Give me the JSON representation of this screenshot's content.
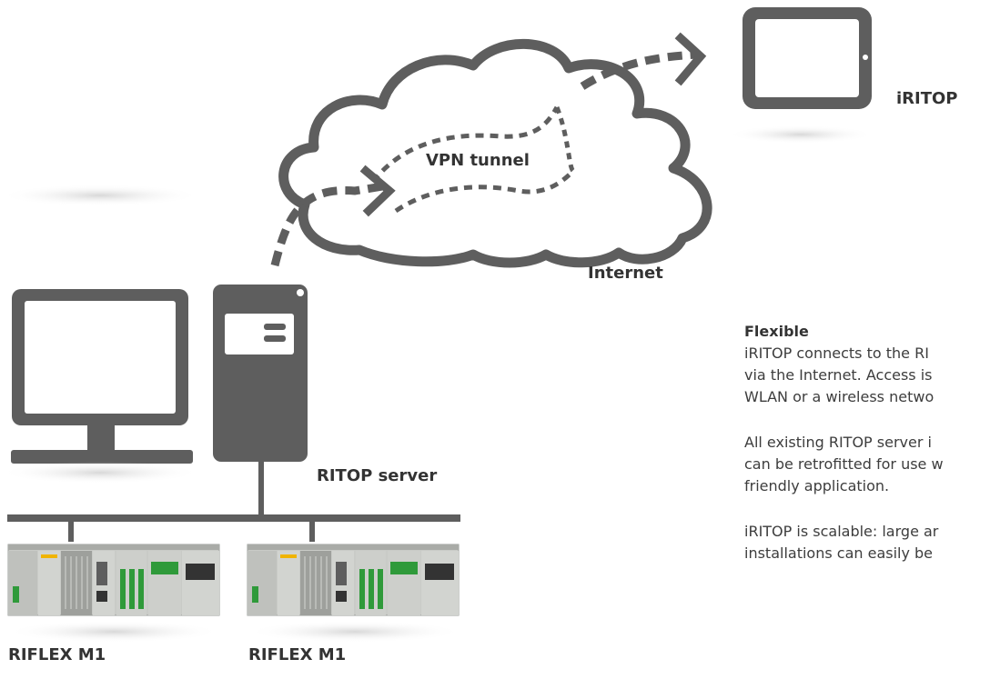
{
  "labels": {
    "iritop": "iRITOP",
    "vpn_tunnel": "VPN tunnel",
    "internet": "Internet",
    "ritop_server": "RITOP server",
    "riflex_1": "RIFLEX M1",
    "riflex_2": "RIFLEX M1"
  },
  "text_panel": {
    "heading": "Flexible",
    "paragraphs": [
      "iRITOP connects to the RI\nvia the Internet. Access is\nWLAN or a wireless netwo",
      "All existing RITOP server i\ncan be retrofitted for use w\nfriendly application.",
      "iRITOP is scalable: large ar\ninstallations can easily be"
    ]
  },
  "colors": {
    "device_dark": "#5e5e5e",
    "module_green": "#2f9a3a",
    "module_gray": "#c9cbc7",
    "shadow": "#e6e6e6"
  }
}
